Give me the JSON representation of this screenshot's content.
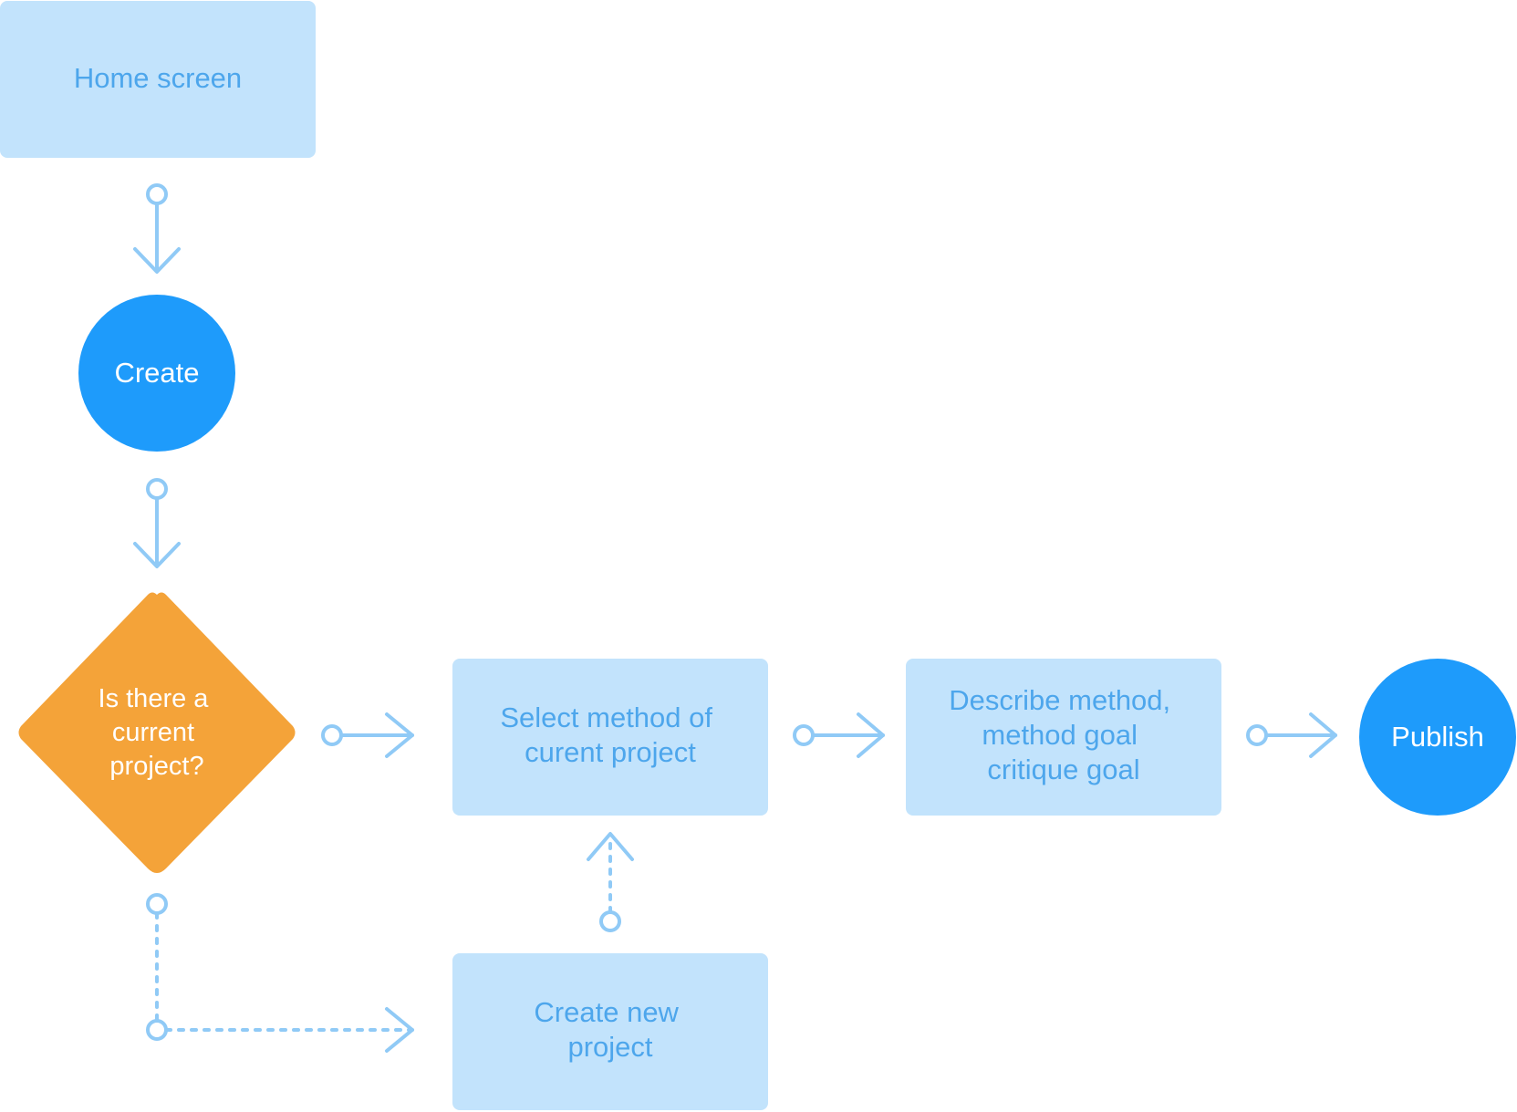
{
  "colors": {
    "box_fill": "#C2E3FC",
    "box_text": "#4DA6EC",
    "circle_fill": "#1E9BFB",
    "circle_text": "#FFFFFF",
    "diamond_fill": "#F4A339",
    "diamond_text": "#FFFFFF",
    "connector": "#90CAF6",
    "background": "#FFFFFF"
  },
  "nodes": {
    "home_screen": {
      "lines": [
        "Home screen"
      ]
    },
    "create": {
      "lines": [
        "Create"
      ]
    },
    "decision": {
      "lines": [
        "Is there a",
        "current",
        "project?"
      ]
    },
    "select_method": {
      "lines": [
        "Select method of",
        "curent project"
      ]
    },
    "describe_method": {
      "lines": [
        "Describe method,",
        "method goal",
        "critique goal"
      ]
    },
    "publish": {
      "lines": [
        "Publish"
      ]
    },
    "create_new_project": {
      "lines": [
        "Create new",
        "project"
      ]
    }
  },
  "connectors": [
    {
      "from": "home_screen",
      "to": "create",
      "style": "solid"
    },
    {
      "from": "create",
      "to": "decision",
      "style": "solid"
    },
    {
      "from": "decision",
      "to": "select_method",
      "style": "solid"
    },
    {
      "from": "select_method",
      "to": "describe_method",
      "style": "solid"
    },
    {
      "from": "describe_method",
      "to": "publish",
      "style": "solid"
    },
    {
      "from": "decision",
      "to": "create_new_project",
      "style": "dotted"
    },
    {
      "from": "create_new_project",
      "to": "select_method",
      "style": "dotted"
    }
  ]
}
